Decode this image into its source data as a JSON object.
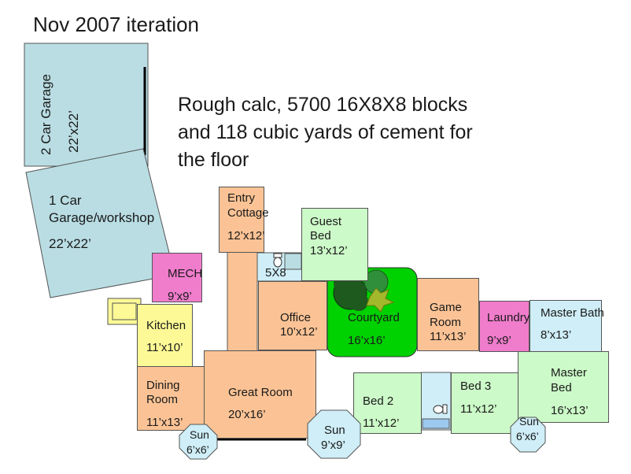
{
  "title": "Nov 2007 iteration",
  "calc_line1": "Rough calc, 5700 16X8X8 blocks",
  "calc_line2": "and 118 cubic yards of cement for",
  "calc_line3": "the floor",
  "rooms": {
    "garage2": {
      "name": "2 Car Garage",
      "size": "22’x22’"
    },
    "garage1": {
      "name1": "1 Car",
      "name2": "Garage/workshop",
      "size": "22’x22’"
    },
    "mech": {
      "name": "MECH",
      "size": "9’x9’"
    },
    "entry": {
      "name1": "Entry",
      "name2": "Cottage",
      "size": "12’x12’"
    },
    "guest": {
      "name1": "Guest",
      "name2": "Bed",
      "size": "13’x12’"
    },
    "bath5x8": {
      "name": "5X8"
    },
    "office": {
      "name": "Office",
      "size": "10’x12’"
    },
    "courtyard": {
      "name": "Courtyard",
      "size": "16’x16’"
    },
    "game": {
      "name1": "Game",
      "name2": "Room",
      "size": "11’x13’"
    },
    "laundry": {
      "name": "Laundry",
      "size": "9’x9’"
    },
    "masterbath": {
      "name": "Master Bath",
      "size": "8’x13’"
    },
    "kitchen": {
      "name": "Kitchen",
      "size": "11’x10’"
    },
    "dining": {
      "name1": "Dining",
      "name2": "Room",
      "size": "11’x13’"
    },
    "great": {
      "name": "Great Room",
      "size": "20’x16’"
    },
    "bed2": {
      "name": "Bed 2",
      "size": "11’x12’"
    },
    "bed3": {
      "name": "Bed 3",
      "size": "11’x12’"
    },
    "masterbed": {
      "name1": "Master",
      "name2": "Bed",
      "size": "16’x13’"
    },
    "sun_left": {
      "name": "Sun",
      "size": "6’x6’"
    },
    "sun_mid": {
      "name": "Sun",
      "size": "9’x9’"
    },
    "sun_right": {
      "name": "Sun",
      "size": "6’x6’"
    }
  },
  "colors": {
    "pink": "#f07ccc",
    "tan": "#fbc395",
    "green": "#ccfac8",
    "yellow": "#fcf996",
    "light_blue": "#cfeef7",
    "garage_blue": "#b9dde3",
    "courtyard_green": "#00d100"
  }
}
